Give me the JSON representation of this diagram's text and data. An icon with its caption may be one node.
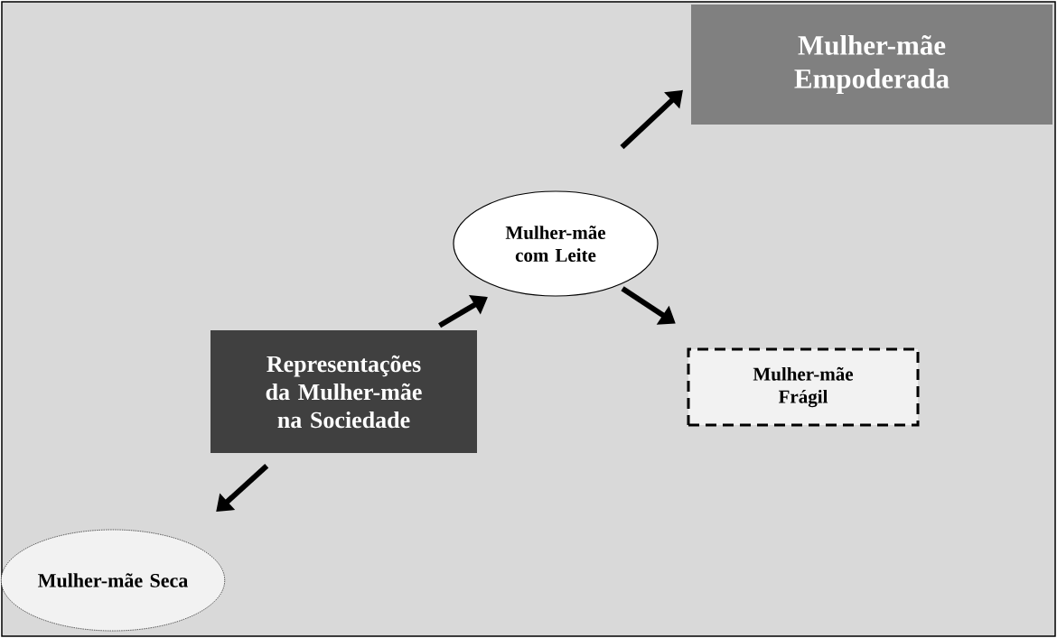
{
  "diagram": {
    "nodes": [
      {
        "text": [
          "Representações da Mulher-mãe na Sociedade"
        ]
      },
      {
        "text": [
          "Mulher-mãe com Leite"
        ]
      },
      {
        "text": [
          "Mulher-mãe Empoderada"
        ]
      },
      {
        "text": [
          "Mulher-mãe Frágil"
        ]
      },
      {
        "text": [
          "Mulher-mãe Seca"
        ]
      }
    ],
    "edges": [
      {
        "from": 0,
        "to": 1,
        "arrow": "to"
      },
      {
        "from": 1,
        "to": 2,
        "arrow": "to"
      },
      {
        "from": 1,
        "to": 3,
        "arrow": "to"
      },
      {
        "from": 0,
        "to": 4,
        "arrow": "to"
      }
    ]
  }
}
